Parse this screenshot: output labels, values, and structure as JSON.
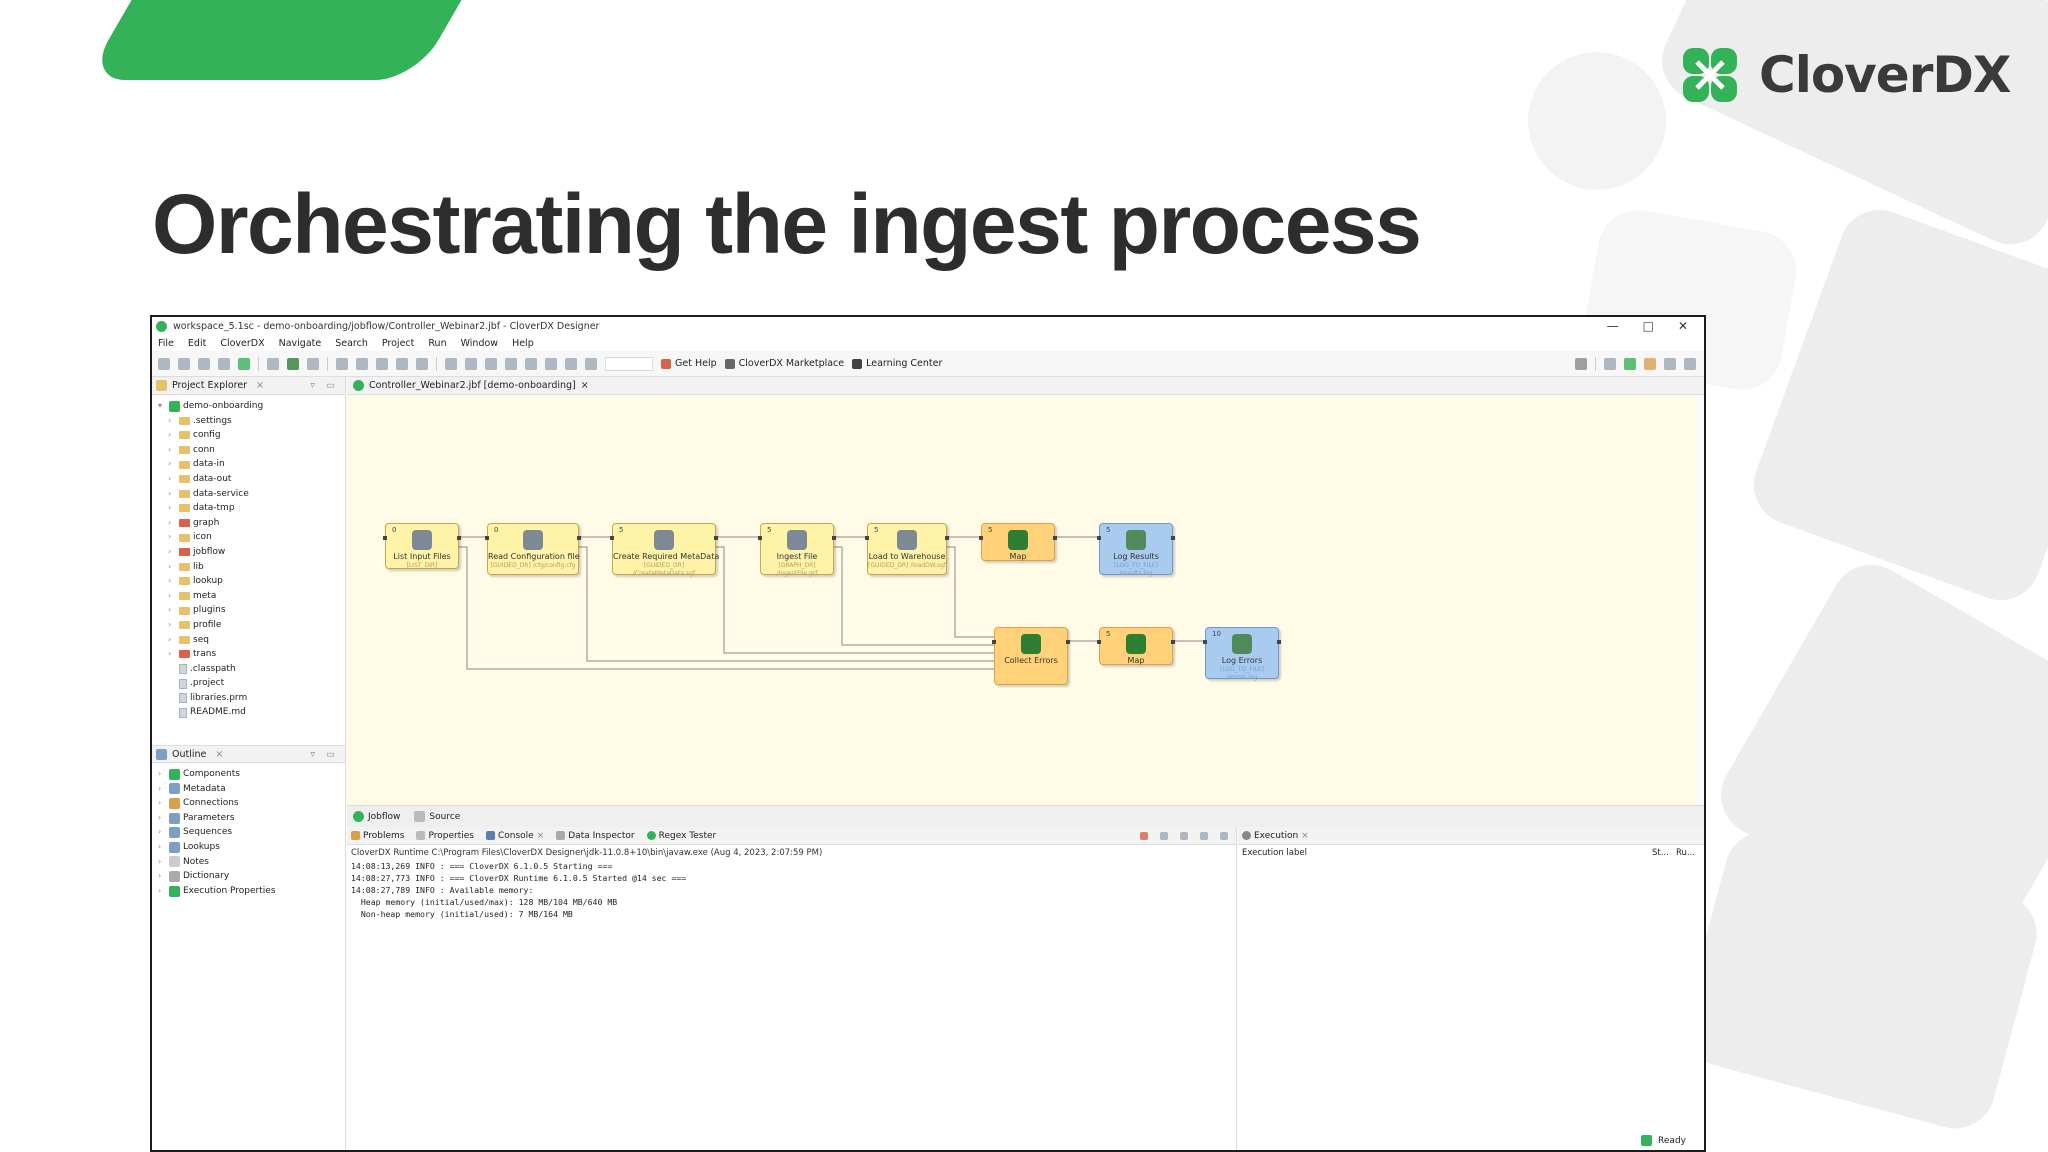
{
  "slide": {
    "title": "Orchestrating the ingest process",
    "logo_text": "CloverDX"
  },
  "colors": {
    "brand_green": "#34b257",
    "node_yellow": "#fff3a8",
    "node_orange": "#ffd27a",
    "node_blue": "#a9cbf0",
    "canvas_bg": "#fffbe6"
  },
  "window": {
    "title": "workspace_5.1sc - demo-onboarding/jobflow/Controller_Webinar2.jbf - CloverDX Designer",
    "controls": [
      "—",
      "□",
      "✕"
    ]
  },
  "menu": [
    "File",
    "Edit",
    "CloverDX",
    "Navigate",
    "Search",
    "Project",
    "Run",
    "Window",
    "Help"
  ],
  "toolbar": {
    "get_help": "Get Help",
    "marketplace": "CloverDX Marketplace",
    "learning": "Learning Center"
  },
  "project_explorer": {
    "tab": "Project Explorer",
    "root": "demo-onboarding",
    "items": [
      {
        "name": ".settings",
        "kind": "folder"
      },
      {
        "name": "config",
        "kind": "folder"
      },
      {
        "name": "conn",
        "kind": "folder"
      },
      {
        "name": "data-in",
        "kind": "folder"
      },
      {
        "name": "data-out",
        "kind": "folder"
      },
      {
        "name": "data-service",
        "kind": "folder"
      },
      {
        "name": "data-tmp",
        "kind": "folder"
      },
      {
        "name": "graph",
        "kind": "red"
      },
      {
        "name": "icon",
        "kind": "folder"
      },
      {
        "name": "jobflow",
        "kind": "red"
      },
      {
        "name": "lib",
        "kind": "folder"
      },
      {
        "name": "lookup",
        "kind": "folder"
      },
      {
        "name": "meta",
        "kind": "folder"
      },
      {
        "name": "plugins",
        "kind": "folder"
      },
      {
        "name": "profile",
        "kind": "folder"
      },
      {
        "name": "seq",
        "kind": "folder"
      },
      {
        "name": "trans",
        "kind": "red"
      },
      {
        "name": ".classpath",
        "kind": "file"
      },
      {
        "name": ".project",
        "kind": "file"
      },
      {
        "name": "libraries.prm",
        "kind": "file"
      },
      {
        "name": "README.md",
        "kind": "file"
      }
    ]
  },
  "outline": {
    "tab": "Outline",
    "items": [
      "Components",
      "Metadata",
      "Connections",
      "Parameters",
      "Sequences",
      "Lookups",
      "Notes",
      "Dictionary",
      "Execution Properties"
    ]
  },
  "editor": {
    "tab": "Controller_Webinar2.jbf [demo-onboarding]",
    "bottom_tabs": [
      "Jobflow",
      "Source"
    ],
    "nodes": [
      {
        "label": "List Input Files",
        "sub": "[LIST_DIR]",
        "count": "0",
        "style": "yellow"
      },
      {
        "label": "Read Configuration file",
        "sub": "[GUIDED_DR] /cfg/config.cfg",
        "count": "0",
        "style": "yellow"
      },
      {
        "label": "Create Required MetaData",
        "sub": "[GUIDED_DR] /CreateMetaData.sgf",
        "count": "5",
        "style": "yellow"
      },
      {
        "label": "Ingest File",
        "sub": "[GRAPH_DR] /ingestFile.grf",
        "count": "5",
        "style": "yellow"
      },
      {
        "label": "Load to Warehouse",
        "sub": "[GUIDED_DR] /loadDW.sgf",
        "count": "5",
        "style": "yellow"
      },
      {
        "label": "Map",
        "sub": "",
        "count": "5",
        "style": "orange"
      },
      {
        "label": "Log Results",
        "sub": "[LOG_TO_FILE] /results.log",
        "count": "5",
        "style": "blue"
      },
      {
        "label": "Collect Errors",
        "sub": "",
        "count": "",
        "style": "orange"
      },
      {
        "label": "Map",
        "sub": "",
        "count": "5",
        "style": "orange"
      },
      {
        "label": "Log Errors",
        "sub": "[LOG_TO_FILE] /errors.log",
        "count": "10",
        "style": "blue"
      }
    ]
  },
  "console": {
    "tabs": [
      "Problems",
      "Properties",
      "Console",
      "Data Inspector",
      "Regex Tester"
    ],
    "path": "CloverDX Runtime C:\\Program Files\\CloverDX Designer\\jdk-11.0.8+10\\bin\\javaw.exe (Aug 4, 2023, 2:07:59 PM)",
    "lines": [
      "14:08:13,269 INFO : === CloverDX 6.1.0.5 Starting ===",
      "14:08:27,773 INFO : === CloverDX Runtime 6.1.0.5 Started @14 sec ===",
      "14:08:27,789 INFO : Available memory:",
      "  Heap memory (initial/used/max): 128 MB/104 MB/640 MB",
      "  Non-heap memory (initial/used): 7 MB/164 MB"
    ]
  },
  "execution": {
    "tab": "Execution",
    "col_label": "Execution label",
    "col_st": "St...",
    "col_ru": "Ru...",
    "status": "Ready"
  }
}
